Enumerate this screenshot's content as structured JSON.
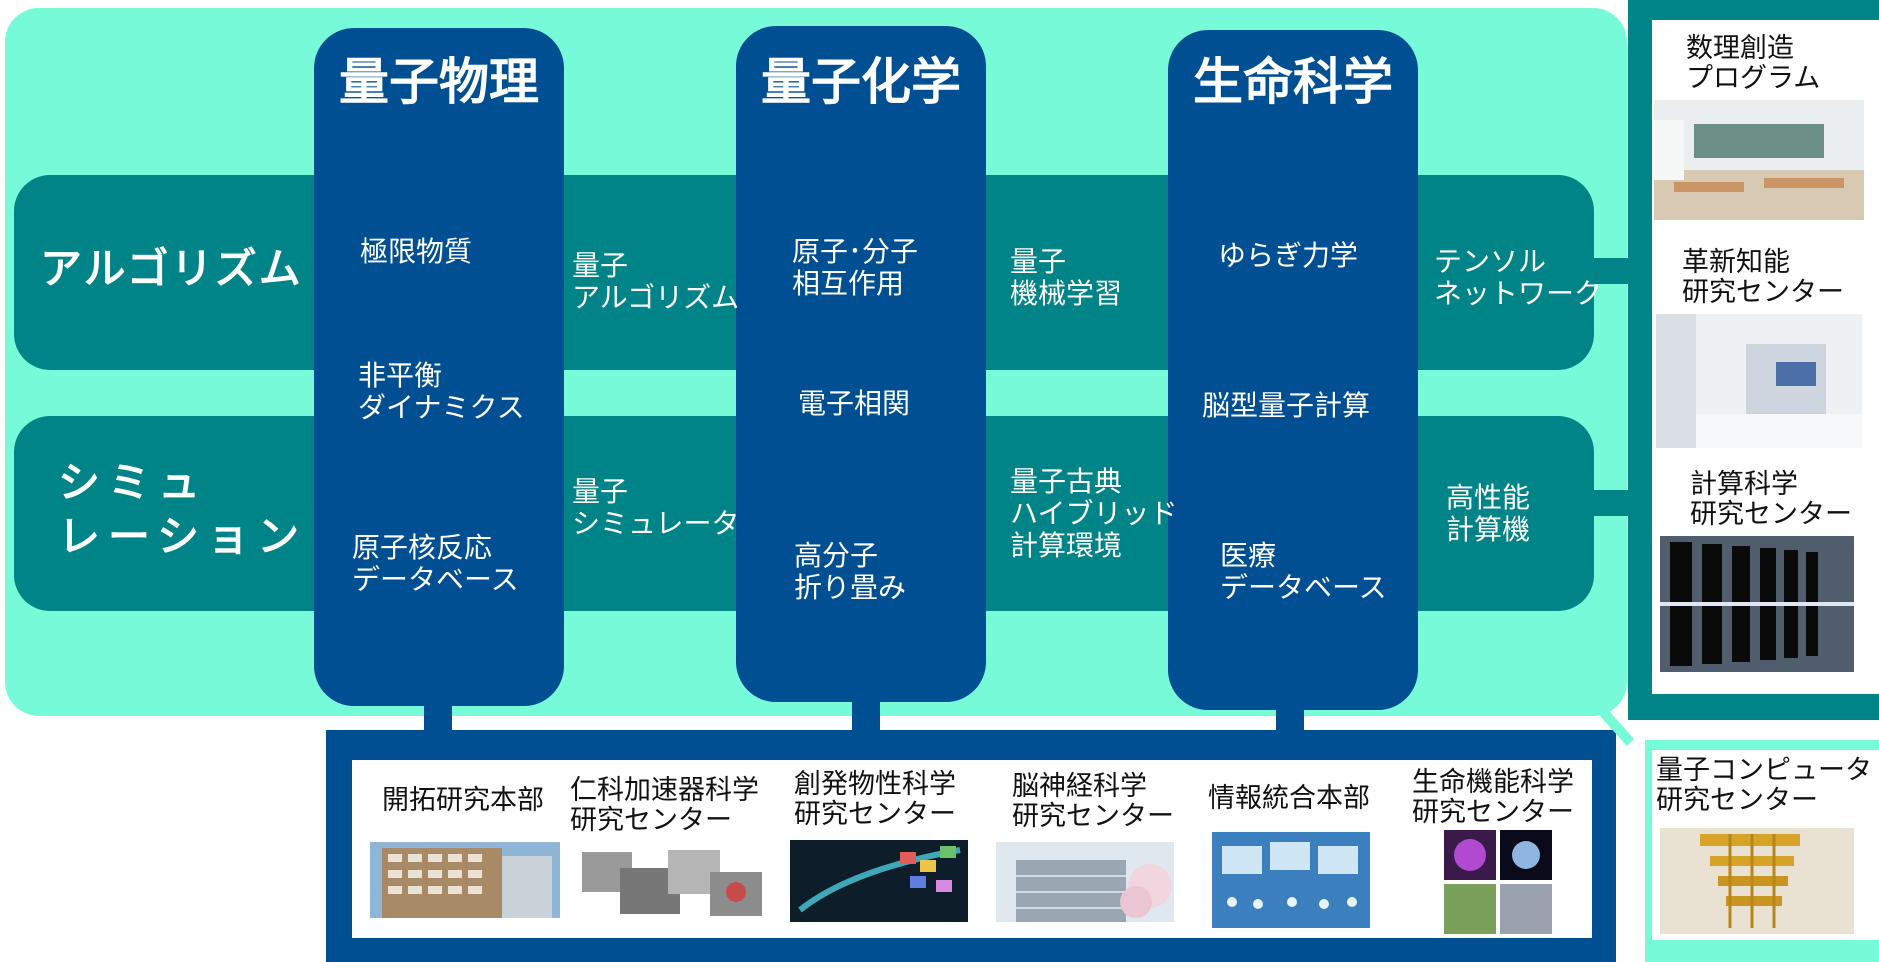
{
  "columns": [
    {
      "title": "量子物理"
    },
    {
      "title": "量子化学"
    },
    {
      "title": "生命科学"
    }
  ],
  "bands": {
    "algorithm": {
      "label": "アルゴリズム"
    },
    "simulation": {
      "label": "シミュ\nレーション"
    }
  },
  "cells": {
    "physics": {
      "extreme_matter": "極限物質",
      "nonequilibrium": "非平衡\nダイナミクス",
      "nuclear_db": "原子核反応\nデータベース"
    },
    "chemistry": {
      "atom_molecule": "原子･分子\n相互作用",
      "electron_correlation": "電子相関",
      "polymer_folding": "高分子\n折り畳み"
    },
    "life": {
      "fluctuation": "ゆらぎ力学",
      "brain_computing": "脳型量子計算",
      "medical_db": "医療\nデータベース"
    }
  },
  "gaps": {
    "quantum_algorithm": "量子\nアルゴリズム",
    "quantum_simulator": "量子\nシミュレータ",
    "quantum_ml": "量子\n機械学習",
    "hybrid": "量子古典\nハイブリッド\n計算環境",
    "tensor_network": "テンソル\nネットワーク",
    "hpc": "高性能\n計算機"
  },
  "centers_bottom": [
    {
      "label": "開拓研究本部"
    },
    {
      "label": "仁科加速器科学\n研究センター"
    },
    {
      "label": "創発物性科学\n研究センター"
    },
    {
      "label": "脳神経科学\n研究センター"
    },
    {
      "label": "情報統合本部"
    },
    {
      "label": "生命機能科学\n研究センター"
    }
  ],
  "centers_right": [
    {
      "label": "数理創造\nプログラム"
    },
    {
      "label": "革新知能\n研究センター"
    },
    {
      "label": "計算科学\n研究センター"
    }
  ],
  "quantum_computer": {
    "label": "量子コンピュータ\n研究センター"
  },
  "colors": {
    "mint": "#77fad8",
    "teal": "#008488",
    "navy": "#004f92"
  }
}
